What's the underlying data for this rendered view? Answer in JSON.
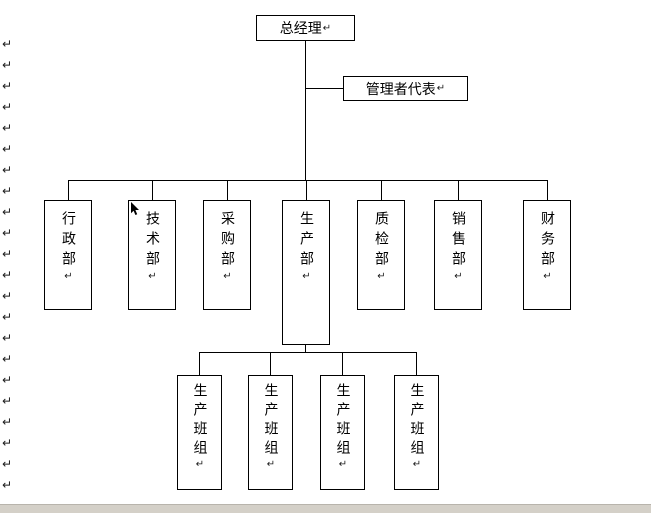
{
  "window": {
    "background": "#ffffff",
    "page_edge_color": "#d4d0c8",
    "line_color": "#000000",
    "text_color": "#000000"
  },
  "margins": {
    "marks": [
      "↵",
      "↵",
      "↵",
      "↵",
      "↵",
      "↵",
      "↵",
      "↵",
      "↵",
      "↵",
      "↵",
      "↵",
      "↵",
      "↵",
      "↵",
      "↵",
      "↵",
      "↵",
      "↵",
      "↵",
      "↵",
      "↵"
    ]
  },
  "chart": {
    "root": {
      "label": "总经理",
      "mark": "↵"
    },
    "representative": {
      "label": "管理者代表",
      "mark": "↵"
    },
    "departments": [
      {
        "label": "行政部",
        "mark": "↵"
      },
      {
        "label": "技术部",
        "mark": "↵"
      },
      {
        "label": "采购部",
        "mark": "↵"
      },
      {
        "label": "生产部",
        "mark": "↵"
      },
      {
        "label": "质检部",
        "mark": "↵"
      },
      {
        "label": "销售部",
        "mark": "↵"
      },
      {
        "label": "财务部",
        "mark": "↵"
      }
    ],
    "teams": [
      {
        "label": "生产班组",
        "mark": "↵"
      },
      {
        "label": "生产班组",
        "mark": "↵"
      },
      {
        "label": "生产班组",
        "mark": "↵"
      },
      {
        "label": "生产班组",
        "mark": "↵"
      }
    ]
  }
}
